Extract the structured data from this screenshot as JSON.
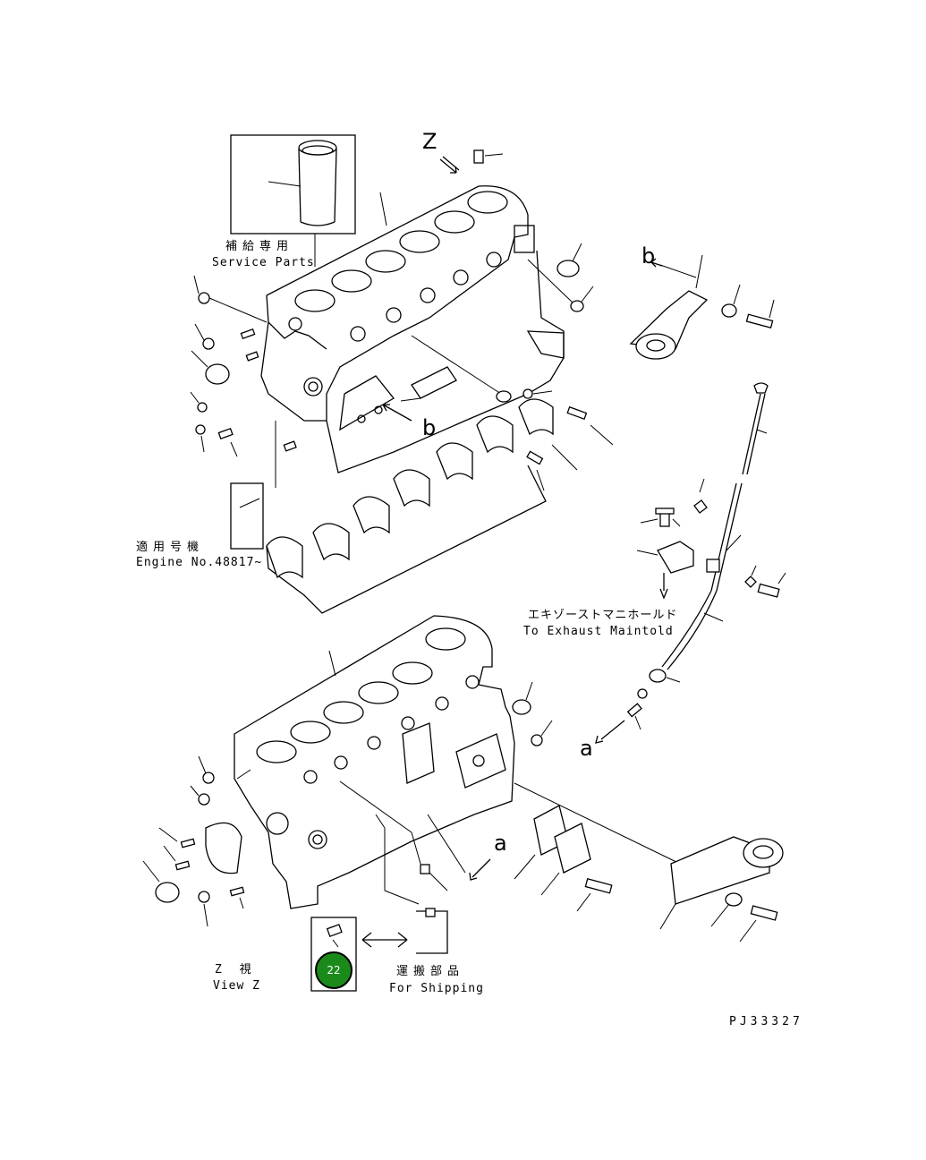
{
  "labels": {
    "service_parts_jp": "補給専用",
    "service_parts_en": "Service Parts",
    "engine_no_jp": "適用号機",
    "engine_no_en": "Engine No.48817~",
    "exhaust_jp": "エキゾーストマニホールド",
    "exhaust_en": "To Exhaust Maintold",
    "view_z_jp": "Z 視",
    "view_z_en": "View Z",
    "shipping_jp": "運搬部品",
    "shipping_en": "For Shipping",
    "drawing_no": "PJ33327",
    "letter_z": "Z",
    "letter_b_upper": "b",
    "letter_b_right": "b",
    "letter_a_lower": "a",
    "letter_a_mid": "a"
  },
  "callout": {
    "number": "22",
    "color": "#1a8a1a"
  }
}
